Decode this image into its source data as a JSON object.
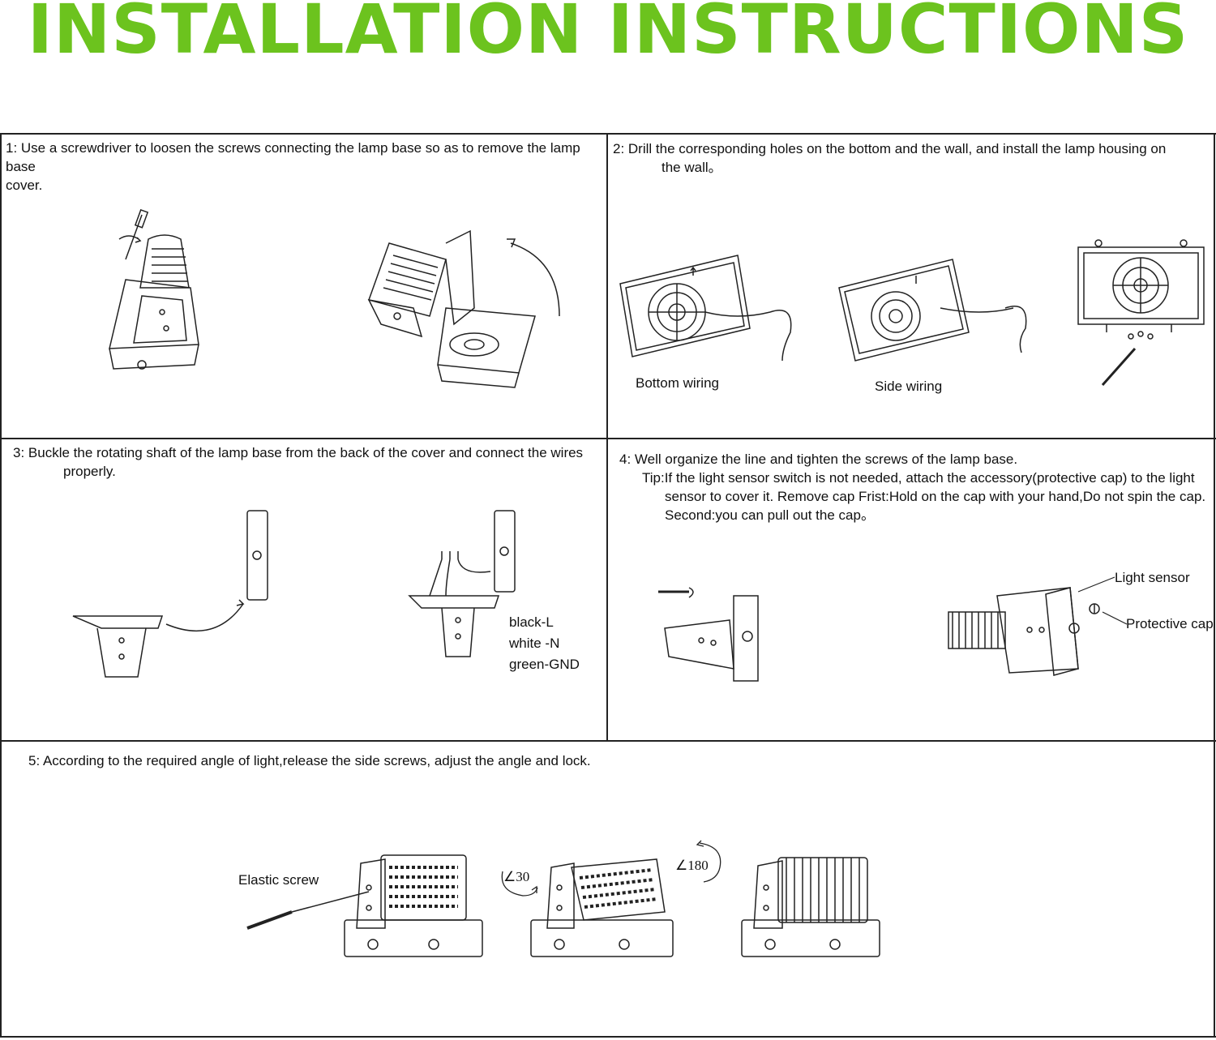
{
  "title": "INSTALLATION INSTRUCTIONS",
  "colors": {
    "title": "#6cc31e",
    "line_art": "#222222",
    "border": "#222222"
  },
  "steps": [
    {
      "id": 1,
      "text": "1: Use a screwdriver to loosen the screws connecting the lamp base so as to remove the lamp base",
      "cont": "cover."
    },
    {
      "id": 2,
      "text": "2: Drill the corresponding holes on the bottom and the wall, and install the lamp housing on",
      "cont": "the wall。"
    },
    {
      "id": 3,
      "text": "3: Buckle the rotating shaft of the lamp base from the back of the cover and connect the wires",
      "cont": "properly."
    },
    {
      "id": 4,
      "text": "4: Well organize the line and tighten the screws of the lamp base.",
      "tip": [
        "Tip:If the light sensor switch is not needed, attach the accessory(protective cap) to the light",
        "sensor to cover it. Remove cap Frist:Hold on the cap with your hand,Do not spin the cap.",
        "Second:you can pull out the cap。"
      ]
    },
    {
      "id": 5,
      "text": "5: According to the required angle of light,release the side screws, adjust the angle and lock."
    }
  ],
  "labels": {
    "bottom_wiring": "Bottom wiring",
    "side_wiring": "Side wiring",
    "wire_black": "black-L",
    "wire_white": "white -N",
    "wire_green": "green-GND",
    "light_sensor": "Light sensor",
    "protective_cap": "Protective cap",
    "elastic_screw": "Elastic screw",
    "angle_30": "∠30",
    "angle_180": "∠180"
  },
  "icons": [
    "up-arrow-icon",
    "rotation-arrow-icon",
    "screwdriver-icon",
    "screw-icon"
  ]
}
